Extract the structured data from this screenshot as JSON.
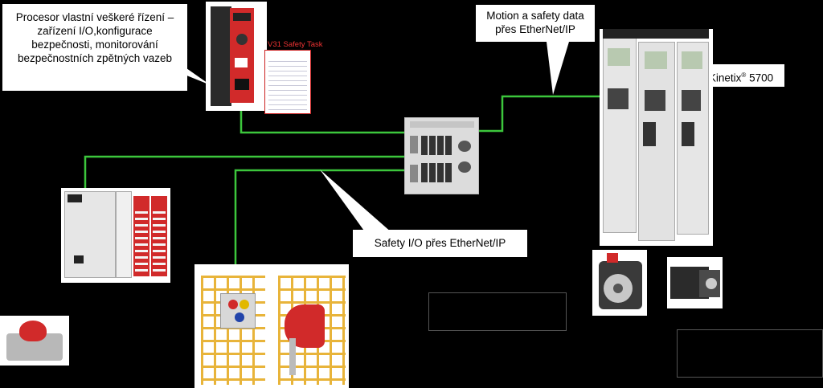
{
  "callouts": {
    "processor": "Procesor vlastní veškeré řízení – zařízení I/O,konfigurace bezpečnosti, monitorování bezpečnostních zpětných vazeb",
    "motion": "Motion a safety data přes EtherNet/IP",
    "kinetix_name": "Kinetix",
    "kinetix_sup": "®",
    "kinetix_model": " 5700",
    "safety_io": "Safety I/O přes EtherNet/IP"
  },
  "safety_task_label": "V31 Safety Task",
  "colors": {
    "network_line": "#3cc63c",
    "background": "#000000",
    "callout_bg": "#ffffff",
    "accent_red": "#d12a2a"
  }
}
